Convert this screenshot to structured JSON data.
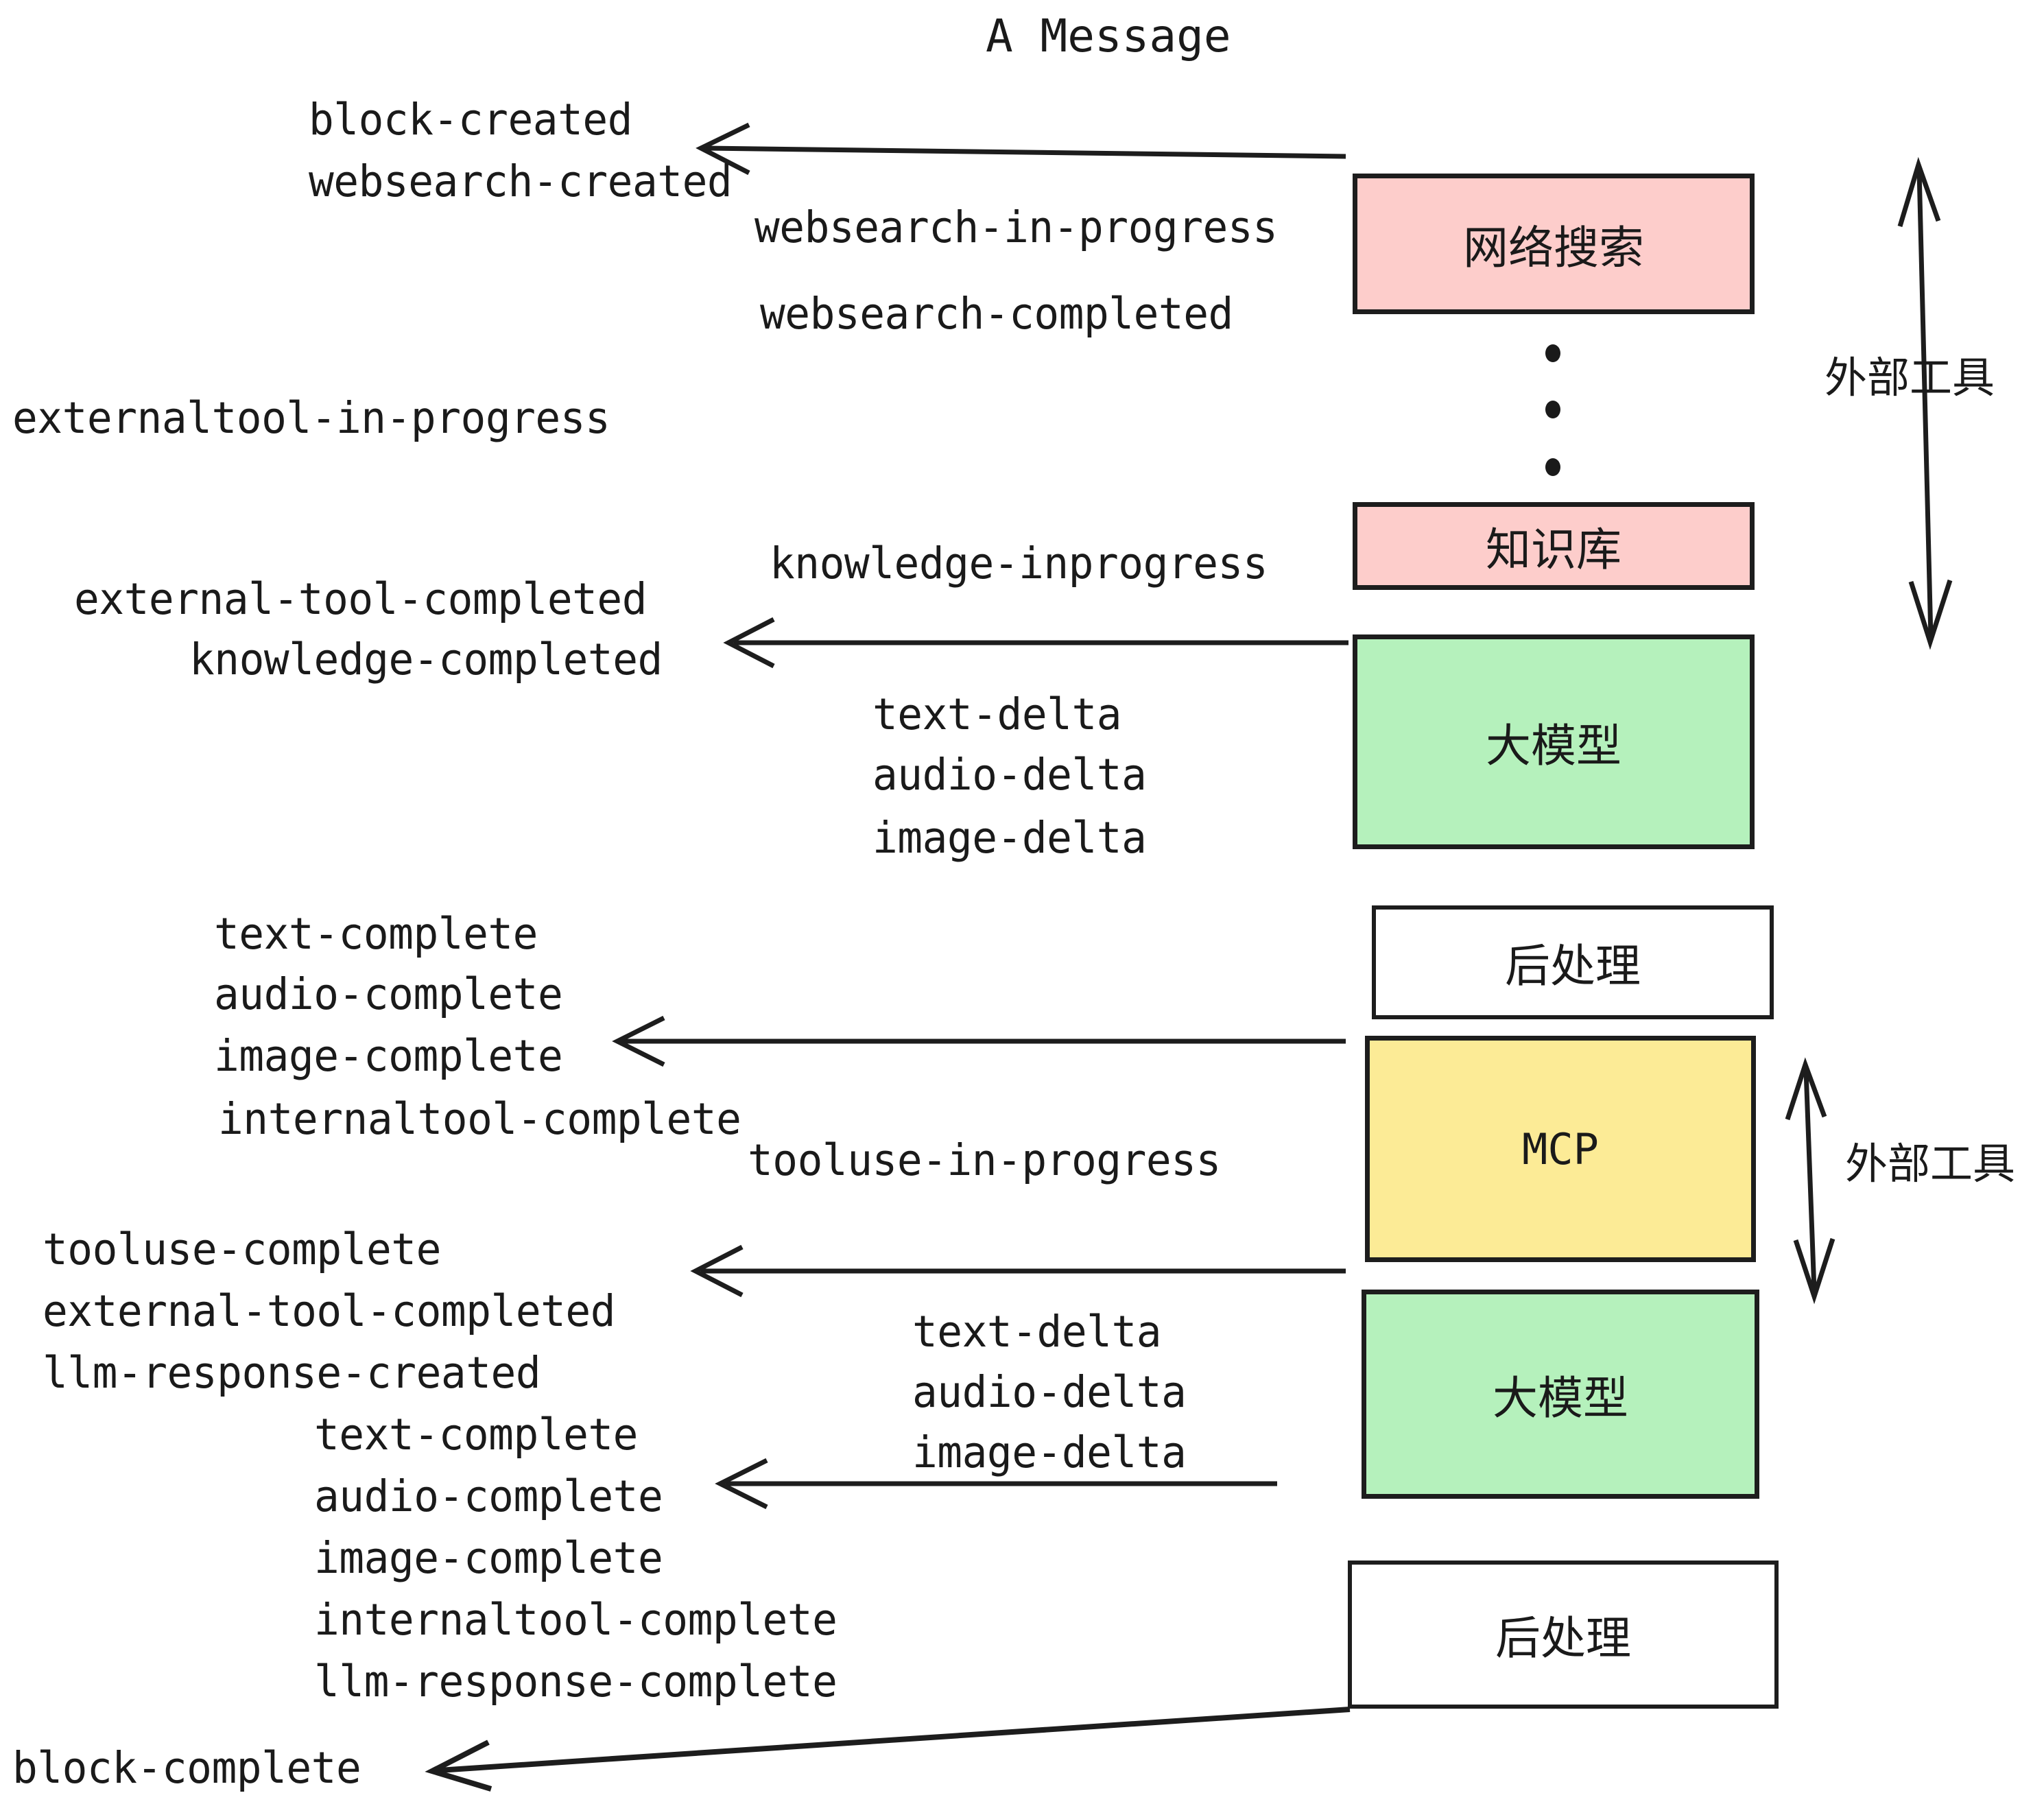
{
  "title": "A Message",
  "colors": {
    "pink": "#fdcdcb",
    "green": "#b5f1bc",
    "yellow": "#fceb96",
    "white": "#ffffff",
    "stroke": "#1d1d1d",
    "text": "#1a1a1a",
    "background": "#ffffff"
  },
  "boxes": [
    {
      "id": "websearch",
      "label": "网络搜索",
      "fill": "pink"
    },
    {
      "id": "knowledge",
      "label": "知识库",
      "fill": "pink"
    },
    {
      "id": "llm-1",
      "label": "大模型",
      "fill": "green"
    },
    {
      "id": "postprocess-1",
      "label": "后处理",
      "fill": "white"
    },
    {
      "id": "mcp",
      "label": "MCP",
      "fill": "yellow"
    },
    {
      "id": "llm-2",
      "label": "大模型",
      "fill": "green"
    },
    {
      "id": "postprocess-2",
      "label": "后处理",
      "fill": "white"
    }
  ],
  "side_annotations": [
    {
      "id": "external-tool-top",
      "label": "外部工具"
    },
    {
      "id": "external-tool-bottom",
      "label": "外部工具"
    }
  ],
  "events": {
    "block_created": "block-created",
    "websearch_created": "websearch-created",
    "websearch_in_progress": "websearch-in-progress",
    "websearch_completed": "websearch-completed",
    "externaltool_in_progress": "externaltool-in-progress",
    "knowledge_inprogress": "knowledge-inprogress",
    "external_tool_completed_1": "external-tool-completed",
    "knowledge_completed": "knowledge-completed",
    "text_delta_1": "text-delta",
    "audio_delta_1": "audio-delta",
    "image_delta_1": "image-delta",
    "text_complete_1": "text-complete",
    "audio_complete_1": "audio-complete",
    "image_complete_1": "image-complete",
    "internaltool_complete_1": "internaltool-complete",
    "tooluse_in_progress": "tooluse-in-progress",
    "tooluse_complete": "tooluse-complete",
    "external_tool_completed_2": "external-tool-completed",
    "llm_response_created": "llm-response-created",
    "text_delta_2": "text-delta",
    "audio_delta_2": "audio-delta",
    "image_delta_2": "image-delta",
    "text_complete_2": "text-complete",
    "audio_complete_2": "audio-complete",
    "image_complete_2": "image-complete",
    "internaltool_complete_2": "internaltool-complete",
    "llm_response_complete": "llm-response-complete",
    "block_complete": "block-complete"
  }
}
